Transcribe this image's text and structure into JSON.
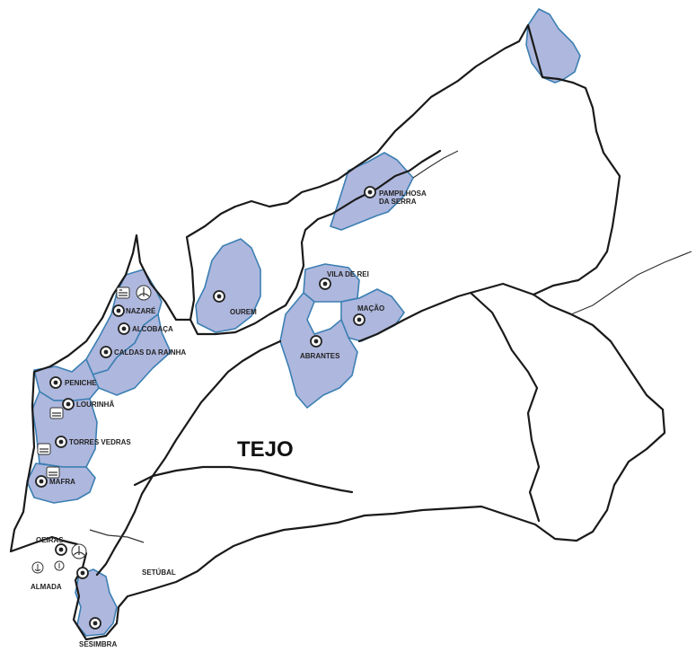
{
  "map": {
    "region_name": "TEJO",
    "colors": {
      "region_fill": "#aeb7dd",
      "region_stroke": "#3b7fb3",
      "border": "#1a1a1a"
    },
    "places": [
      {
        "id": "nazare",
        "label": "NAZARÉ"
      },
      {
        "id": "alcobaca",
        "label": "ALCOBAÇA"
      },
      {
        "id": "caldas",
        "label": "CALDAS DA RAINHA"
      },
      {
        "id": "peniche",
        "label": "PENICHE"
      },
      {
        "id": "lourinha",
        "label": "LOURINHÃ"
      },
      {
        "id": "torres",
        "label": "TORRES VEDRAS"
      },
      {
        "id": "mafra",
        "label": "MAFRA"
      },
      {
        "id": "oeiras",
        "label": "OEIRAS"
      },
      {
        "id": "almada",
        "label": "ALMADA"
      },
      {
        "id": "setubal",
        "label": "SETÚBAL"
      },
      {
        "id": "sesimbra",
        "label": "SESIMBRA"
      },
      {
        "id": "ourem",
        "label": "OUREM"
      },
      {
        "id": "vila_de_rei",
        "label": "VILA DE REI"
      },
      {
        "id": "macao",
        "label": "MAÇÃO"
      },
      {
        "id": "abrantes",
        "label": "ABRANTES"
      },
      {
        "id": "pampilhosa_1",
        "label": "PAMPILHOSA"
      },
      {
        "id": "pampilhosa_2",
        "label": "DA SERRA"
      }
    ]
  }
}
